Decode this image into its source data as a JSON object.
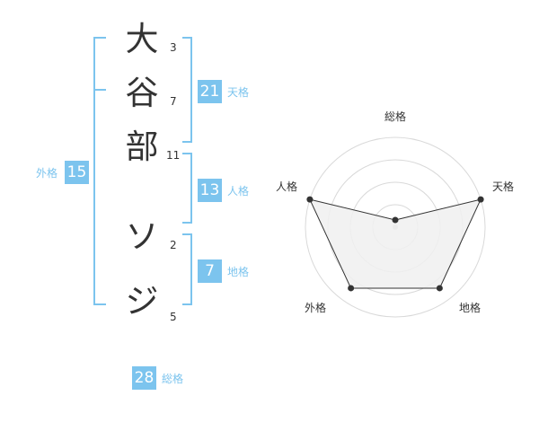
{
  "name": {
    "chars": [
      {
        "char": "大",
        "strokes": "3"
      },
      {
        "char": "谷",
        "strokes": "7"
      },
      {
        "char": "部",
        "strokes": "11"
      },
      {
        "char": "ソ",
        "strokes": "2"
      },
      {
        "char": "ジ",
        "strokes": "5"
      }
    ]
  },
  "kaku": {
    "tenkaku": {
      "value": "21",
      "label": "天格"
    },
    "jinkaku": {
      "value": "13",
      "label": "人格"
    },
    "chikaku": {
      "value": "7",
      "label": "地格"
    },
    "gaikaku": {
      "value": "15",
      "label": "外格"
    },
    "soukaku": {
      "value": "28",
      "label": "総格"
    }
  },
  "chart_data": {
    "type": "radar",
    "axes": [
      "総格",
      "天格",
      "地格",
      "外格",
      "人格"
    ],
    "values": [
      0.08,
      1.0,
      0.84,
      0.84,
      1.0
    ],
    "range": [
      0,
      1
    ],
    "rings": 4,
    "grid": true,
    "colors": {
      "fill": "#f0f0f0",
      "stroke": "#333333",
      "grid": "#d9d9d9",
      "accent": "#7cc4ee"
    }
  }
}
